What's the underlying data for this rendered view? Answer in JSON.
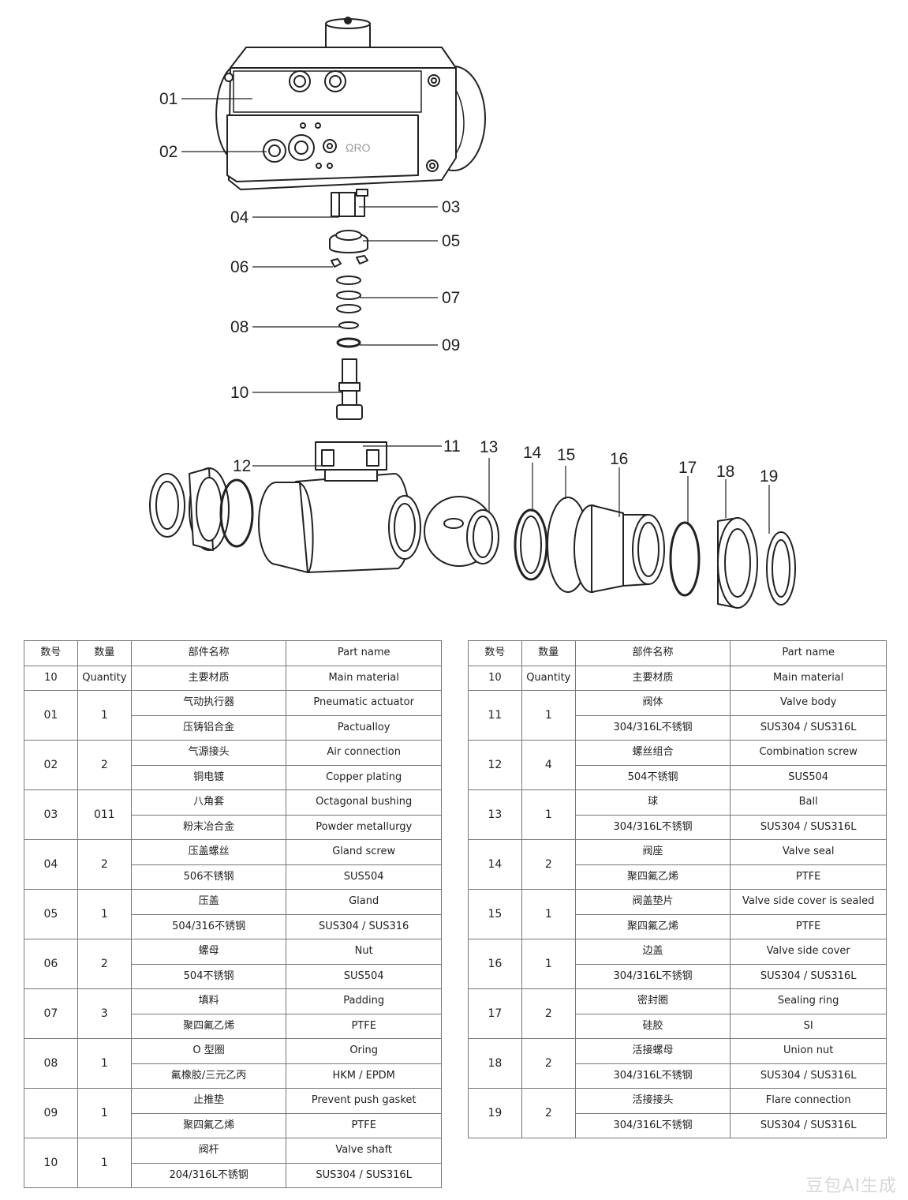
{
  "callouts": [
    "01",
    "02",
    "03",
    "04",
    "05",
    "06",
    "07",
    "08",
    "09",
    "10",
    "11",
    "12",
    "13",
    "14",
    "15",
    "16",
    "17",
    "18",
    "19"
  ],
  "actuator_logo": "ΩRO",
  "table_left": {
    "header": [
      [
        "数号",
        "数量",
        "部件名称",
        "Part name"
      ],
      [
        "10",
        "Quantity",
        "主要材质",
        "Main material"
      ]
    ],
    "rows": [
      {
        "no": "01",
        "qty": "1",
        "cn_name": "气动执行器",
        "en_name": "Pneumatic actuator",
        "cn_mat": "压铸铝合金",
        "en_mat": "Pactualloy"
      },
      {
        "no": "02",
        "qty": "2",
        "cn_name": "气源接头",
        "en_name": "Air connection",
        "cn_mat": "铜电镀",
        "en_mat": "Copper plating"
      },
      {
        "no": "03",
        "qty": "011",
        "cn_name": "八角套",
        "en_name": "Octagonal bushing",
        "cn_mat": "粉末冶合金",
        "en_mat": "Powder metallurgy"
      },
      {
        "no": "04",
        "qty": "2",
        "cn_name": "压盖螺丝",
        "en_name": "Gland screw",
        "cn_mat": "506不锈钢",
        "en_mat": "SUS504"
      },
      {
        "no": "05",
        "qty": "1",
        "cn_name": "压盖",
        "en_name": "Gland",
        "cn_mat": "504/316不锈钢",
        "en_mat": "SUS304 / SUS316"
      },
      {
        "no": "06",
        "qty": "2",
        "cn_name": "螺母",
        "en_name": "Nut",
        "cn_mat": "504不锈钢",
        "en_mat": "SUS504"
      },
      {
        "no": "07",
        "qty": "3",
        "cn_name": "填料",
        "en_name": "Padding",
        "cn_mat": "聚四氟乙烯",
        "en_mat": "PTFE"
      },
      {
        "no": "08",
        "qty": "1",
        "cn_name": "O 型圈",
        "en_name": "Oring",
        "cn_mat": "氟橡胶/三元乙丙",
        "en_mat": "HKM / EPDM"
      },
      {
        "no": "09",
        "qty": "1",
        "cn_name": "止推垫",
        "en_name": "Prevent push gasket",
        "cn_mat": "聚四氟乙烯",
        "en_mat": "PTFE"
      },
      {
        "no": "10",
        "qty": "1",
        "cn_name": "阀杆",
        "en_name": "Valve shaft",
        "cn_mat": "204/316L不锈钢",
        "en_mat": "SUS304 / SUS316L"
      }
    ]
  },
  "table_right": {
    "header": [
      [
        "数号",
        "数量",
        "部件名称",
        "Part name"
      ],
      [
        "10",
        "Quantity",
        "主要材质",
        "Main material"
      ]
    ],
    "rows": [
      {
        "no": "11",
        "qty": "1",
        "cn_name": "阀体",
        "en_name": "Valve body",
        "cn_mat": "304/316L不锈钢",
        "en_mat": "SUS304 / SUS316L"
      },
      {
        "no": "12",
        "qty": "4",
        "cn_name": "螺丝组合",
        "en_name": "Combination screw",
        "cn_mat": "504不锈钢",
        "en_mat": "SUS504"
      },
      {
        "no": "13",
        "qty": "1",
        "cn_name": "球",
        "en_name": "Ball",
        "cn_mat": "304/316L不锈钢",
        "en_mat": "SUS304 / SUS316L"
      },
      {
        "no": "14",
        "qty": "2",
        "cn_name": "阀座",
        "en_name": "Valve seal",
        "cn_mat": "聚四氟乙烯",
        "en_mat": "PTFE"
      },
      {
        "no": "15",
        "qty": "1",
        "cn_name": "阀盖垫片",
        "en_name": "Valve side cover is sealed",
        "cn_mat": "聚四氟乙烯",
        "en_mat": "PTFE"
      },
      {
        "no": "16",
        "qty": "1",
        "cn_name": "边盖",
        "en_name": "Valve side cover",
        "cn_mat": "304/316L不锈钢",
        "en_mat": "SUS304 / SUS316L"
      },
      {
        "no": "17",
        "qty": "2",
        "cn_name": "密封圈",
        "en_name": "Sealing ring",
        "cn_mat": "硅胶",
        "en_mat": "SI"
      },
      {
        "no": "18",
        "qty": "2",
        "cn_name": "活接螺母",
        "en_name": "Union nut",
        "cn_mat": "304/316L不锈钢",
        "en_mat": "SUS304 / SUS316L"
      },
      {
        "no": "19",
        "qty": "2",
        "cn_name": "活接接头",
        "en_name": "Flare connection",
        "cn_mat": "304/316L不锈钢",
        "en_mat": "SUS304 / SUS316L"
      }
    ]
  },
  "watermark": "豆包AI生成",
  "colors": {
    "line": "#222222",
    "fill": "#ffffff",
    "shade": "#e6e6e6",
    "grid": "#777777"
  }
}
